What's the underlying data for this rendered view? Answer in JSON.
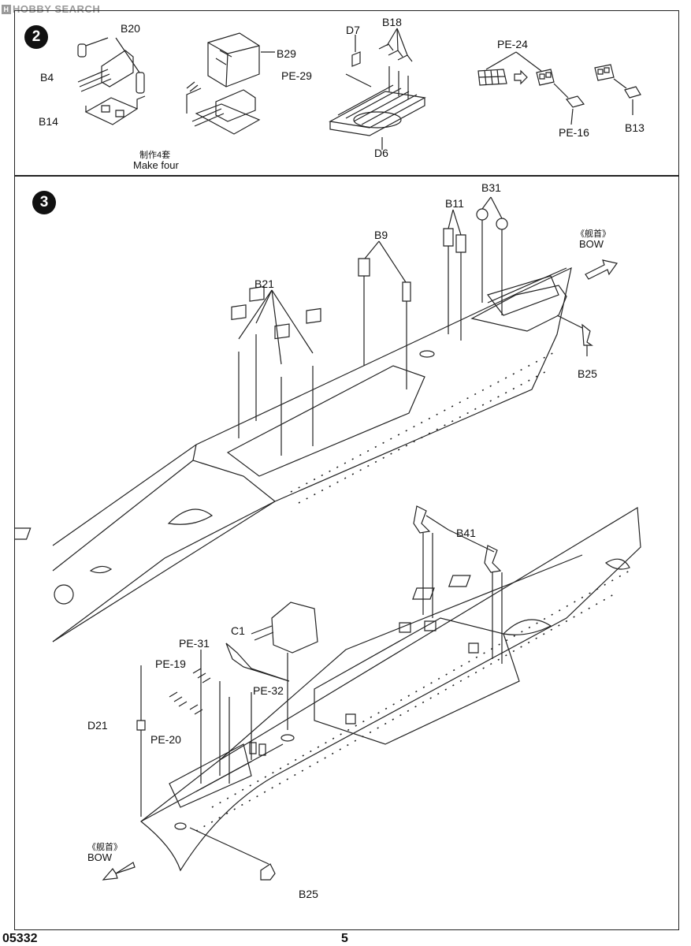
{
  "watermark": {
    "mark": "H",
    "text": "HOBBY SEARCH"
  },
  "step2": {
    "number": "2",
    "labels": {
      "b20": "B20",
      "b4": "B4",
      "b14": "B14",
      "b29": "B29",
      "d7": "D7",
      "b18": "B18",
      "pe29": "PE-29",
      "d6": "D6",
      "pe24": "PE-24",
      "pe16": "PE-16",
      "b13": "B13"
    },
    "note_cn": "制作4套",
    "note_en": "Make four"
  },
  "step3": {
    "number": "3",
    "labels": {
      "b21": "B21",
      "b9": "B9",
      "b11": "B11",
      "b31": "B31",
      "b25_top": "B25",
      "bow_top_cn": "《舰首》",
      "bow_top_en": "BOW",
      "b41": "B41",
      "c1": "C1",
      "pe31": "PE-31",
      "pe19": "PE-19",
      "pe32": "PE-32",
      "d21": "D21",
      "pe20": "PE-20",
      "bow_bottom_cn": "《舰首》",
      "bow_bottom_en": "BOW",
      "b25_bottom": "B25"
    }
  },
  "footer": {
    "code": "05332",
    "page": "5"
  }
}
